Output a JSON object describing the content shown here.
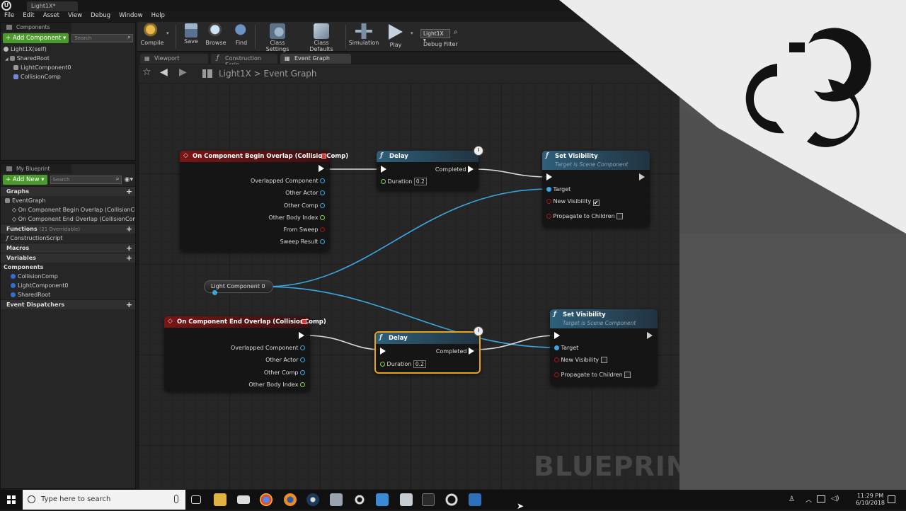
{
  "window": {
    "tab_title": "Light1X*",
    "logo_glyph": "U"
  },
  "menu": [
    "File",
    "Edit",
    "Asset",
    "View",
    "Debug",
    "Window",
    "Help"
  ],
  "components_panel": {
    "tab_label": "Components",
    "add_button": "+ Add Component ▾",
    "search_placeholder": "Search",
    "items": [
      "Light1X(self)",
      "SharedRoot",
      "LightComponent0",
      "CollisionComp"
    ]
  },
  "my_blueprint": {
    "tab_label": "My Blueprint",
    "add_new": "+ Add New ▾",
    "search_placeholder": "Search",
    "graphs_label": "Graphs",
    "event_graph": "EventGraph",
    "graph_items": [
      "On Component Begin Overlap (CollisionCo",
      "On Component End Overlap (CollisionComp"
    ],
    "functions_label": "Functions",
    "functions_sub": "(21 Overridable)",
    "construction_script": "ConstructionScript",
    "macros_label": "Macros",
    "variables_label": "Variables",
    "components_label": "Components",
    "component_vars": [
      "CollisionComp",
      "LightComponent0",
      "SharedRoot"
    ],
    "dispatchers_label": "Event Dispatchers"
  },
  "toolbar": {
    "compile": "Compile",
    "save": "Save",
    "browse": "Browse",
    "find": "Find",
    "class_settings": "Class Settings",
    "class_defaults": "Class Defaults",
    "simulation": "Simulation",
    "play": "Play",
    "debug_object": "Light1X ▾",
    "debug_filter": "Debug Filter"
  },
  "editor_tabs": [
    "Viewport",
    "Construction Scrip",
    "Event Graph"
  ],
  "breadcrumb": {
    "root": "Light1X",
    "sep": ">",
    "current": "Event Graph"
  },
  "nodes": {
    "begin_overlap": {
      "title": "On Component Begin Overlap (CollisionComp)",
      "pins": [
        "Overlapped Component",
        "Other Actor",
        "Other Comp",
        "Other Body Index",
        "From Sweep",
        "Sweep Result"
      ]
    },
    "end_overlap": {
      "title": "On Component End Overlap (CollisionComp)",
      "pins": [
        "Overlapped Component",
        "Other Actor",
        "Other Comp",
        "Other Body Index"
      ]
    },
    "delay1": {
      "title": "Delay",
      "completed": "Completed",
      "duration_label": "Duration",
      "duration_value": "0.2"
    },
    "delay2": {
      "title": "Delay",
      "completed": "Completed",
      "duration_label": "Duration",
      "duration_value": "0.2"
    },
    "setvis1": {
      "title": "Set Visibility",
      "subtitle": "Target is Scene Component",
      "target": "Target",
      "new_visibility": "New Visibility",
      "propagate": "Propagate to Children",
      "new_visibility_checked": "✔"
    },
    "setvis2": {
      "title": "Set Visibility",
      "subtitle": "Target is Scene Component",
      "target": "Target",
      "new_visibility": "New Visibility",
      "propagate": "Propagate to Children"
    },
    "light_var": {
      "label": "Light Component 0"
    }
  },
  "watermark": "BLUEPRINT",
  "taskbar": {
    "search_placeholder": "Type here to search",
    "time": "11:29 PM",
    "date": "6/10/2018"
  },
  "colors": {
    "exec_wire": "#d8d8d8",
    "object_wire": "#3ba6e0",
    "event_header": "#7a1515",
    "function_header": "#2e5f7a",
    "selected_outline": "#e8a317"
  }
}
